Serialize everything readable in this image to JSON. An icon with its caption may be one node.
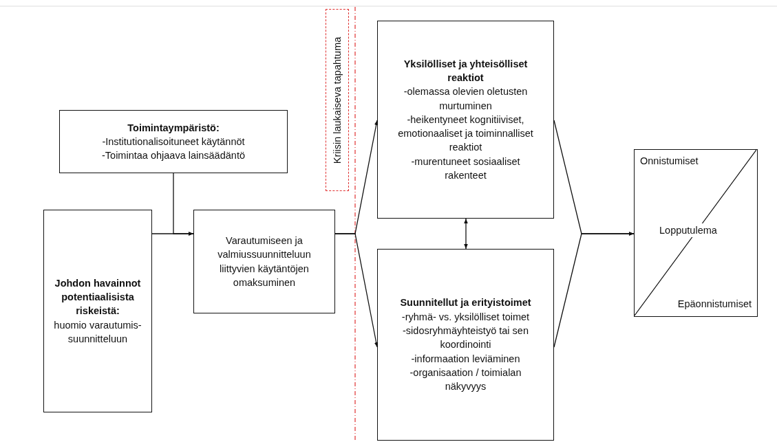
{
  "diagram": {
    "nodes": [
      {
        "text": [
          "Toimintaympäristö:",
          "-Institutionalisoituneet käytännöt",
          "-Toimintaa ohjaava lainsäädäntö"
        ]
      },
      {
        "text": [
          "Johdon havainnot potentiaalisista riskeistä:",
          "huomio varautumis- suunnitteluun"
        ]
      },
      {
        "text": [
          "Varautumiseen ja valmiussuunnitteluun liittyvien käytäntöjen omaksuminen"
        ]
      },
      {
        "text": [
          "Kriisin laukaiseva tapahtuma"
        ]
      },
      {
        "text": [
          "Yksilölliset ja yhteisölliset reaktiot",
          "-olemassa olevien oletusten murtuminen",
          "-heikentyneet kognitiiviset, emotionaaliset ja toiminnalliset reaktiot",
          "-murentuneet sosiaaliset rakenteet"
        ]
      },
      {
        "text": [
          "Suunnitellut ja erityistoimet",
          "-ryhmä- vs. yksilölliset toimet",
          "-sidosryhmäyhteistyö tai sen koordinointi",
          "-informaation leviäminen",
          "-organisaation / toimialan näkyvyys"
        ]
      },
      {
        "text": [
          "Onnistumiset",
          "Lopputulema",
          "Epäonnistumiset"
        ]
      }
    ],
    "edges": [
      {
        "from": 0,
        "to": 2,
        "arrow": "to"
      },
      {
        "from": 1,
        "to": 2,
        "arrow": "to"
      },
      {
        "from": 2,
        "to": 4,
        "arrow": "to"
      },
      {
        "from": 2,
        "to": 5,
        "arrow": "to"
      },
      {
        "from": 4,
        "to": 5,
        "arrow": "both"
      },
      {
        "from": 4,
        "to": 6,
        "arrow": "to"
      },
      {
        "from": 5,
        "to": 6,
        "arrow": "to"
      }
    ]
  }
}
